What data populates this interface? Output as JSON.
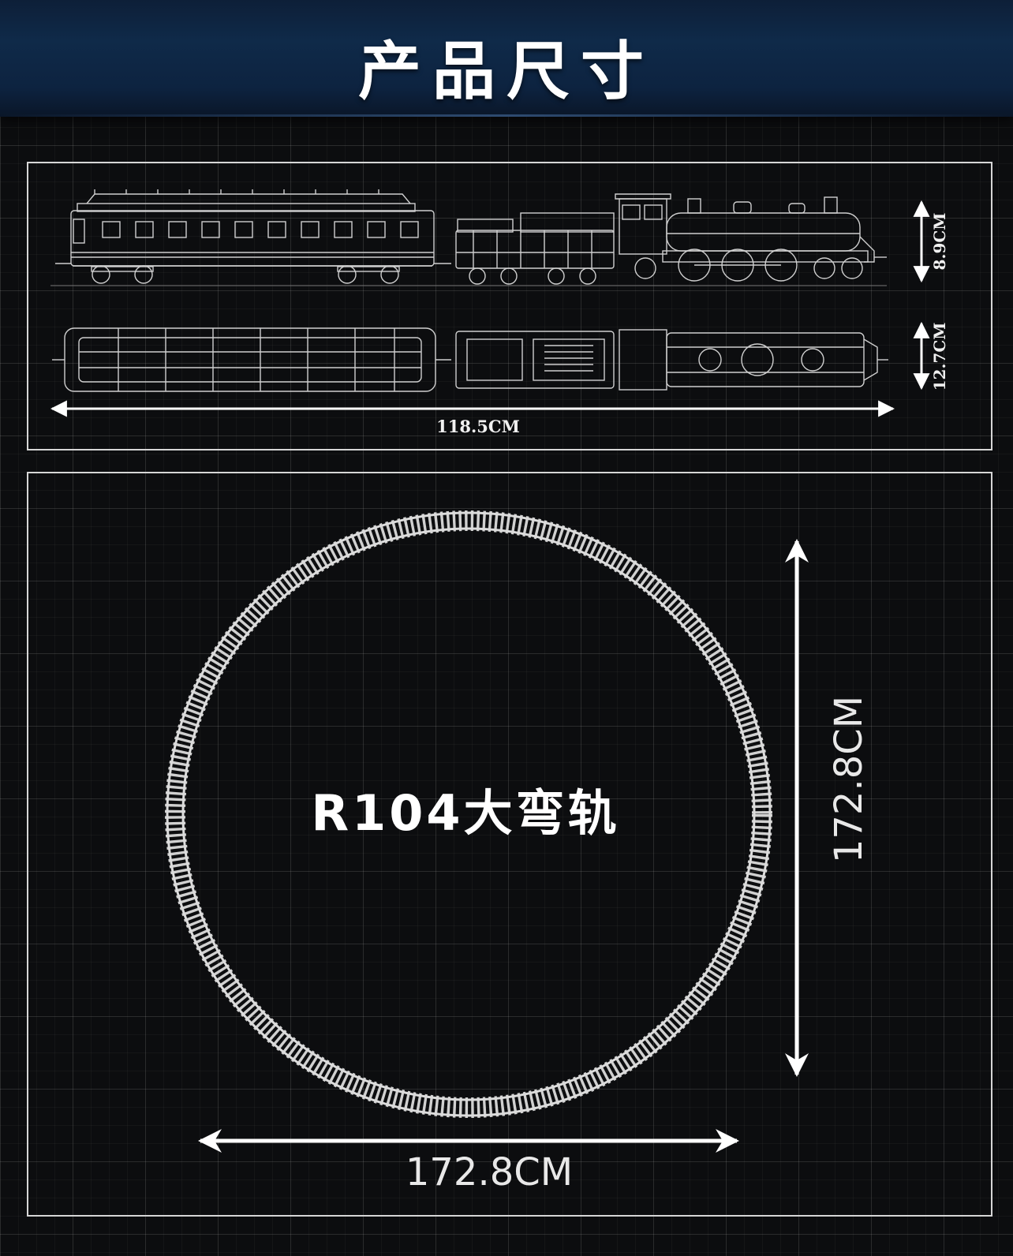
{
  "header": {
    "title": "产品尺寸"
  },
  "train_panel": {
    "height_label": "8.9CM",
    "width_label": "12.7CM",
    "length_label": "118.5CM"
  },
  "track_panel": {
    "track_name": "R104大弯轨",
    "width_label": "172.8CM",
    "height_label": "172.8CM"
  }
}
